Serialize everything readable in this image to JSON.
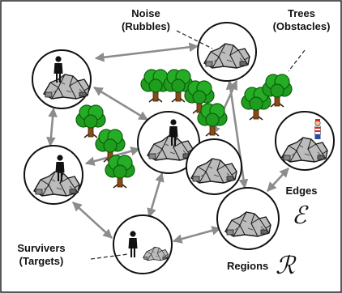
{
  "labels": {
    "noise_line1": "Noise",
    "noise_line2": "(Rubbles)",
    "trees_line1": "Trees",
    "trees_line2": "(Obstacles)",
    "survivors_line1": "Survivers",
    "survivors_line2": "(Targets)",
    "regions": "Regions",
    "regions_symbol": "ℛ",
    "edges": "Edges",
    "edges_symbol": "ℰ"
  },
  "regions": [
    {
      "id": "top-left",
      "contains": [
        "person",
        "rubble"
      ]
    },
    {
      "id": "top-right",
      "contains": [
        "rubble"
      ]
    },
    {
      "id": "center",
      "contains": [
        "person",
        "rubble"
      ]
    },
    {
      "id": "left",
      "contains": [
        "person",
        "rubble"
      ]
    },
    {
      "id": "bottom",
      "contains": [
        "person",
        "rubble"
      ]
    },
    {
      "id": "bottom-right",
      "contains": [
        "rubble"
      ]
    },
    {
      "id": "right",
      "contains": [
        "waldo-figure",
        "rubble"
      ]
    },
    {
      "id": "mid-right",
      "contains": [
        "rubble"
      ]
    }
  ],
  "edges": [
    [
      "top-left",
      "top-right"
    ],
    [
      "top-left",
      "center"
    ],
    [
      "top-left",
      "left"
    ],
    [
      "top-right",
      "bottom-right"
    ],
    [
      "top-right",
      "mid-right"
    ],
    [
      "center",
      "left"
    ],
    [
      "center",
      "bottom"
    ],
    [
      "left",
      "bottom"
    ],
    [
      "bottom",
      "bottom-right"
    ],
    [
      "bottom-right",
      "right"
    ]
  ],
  "colors": {
    "tree_green": "#1f9d1f",
    "tree_dark": "#0d5e0d",
    "trunk": "#8a4a14",
    "edge_gray": "#8c8c8c",
    "rubble_gray": "#a8a8a8",
    "waldo_red": "#d8262b"
  }
}
